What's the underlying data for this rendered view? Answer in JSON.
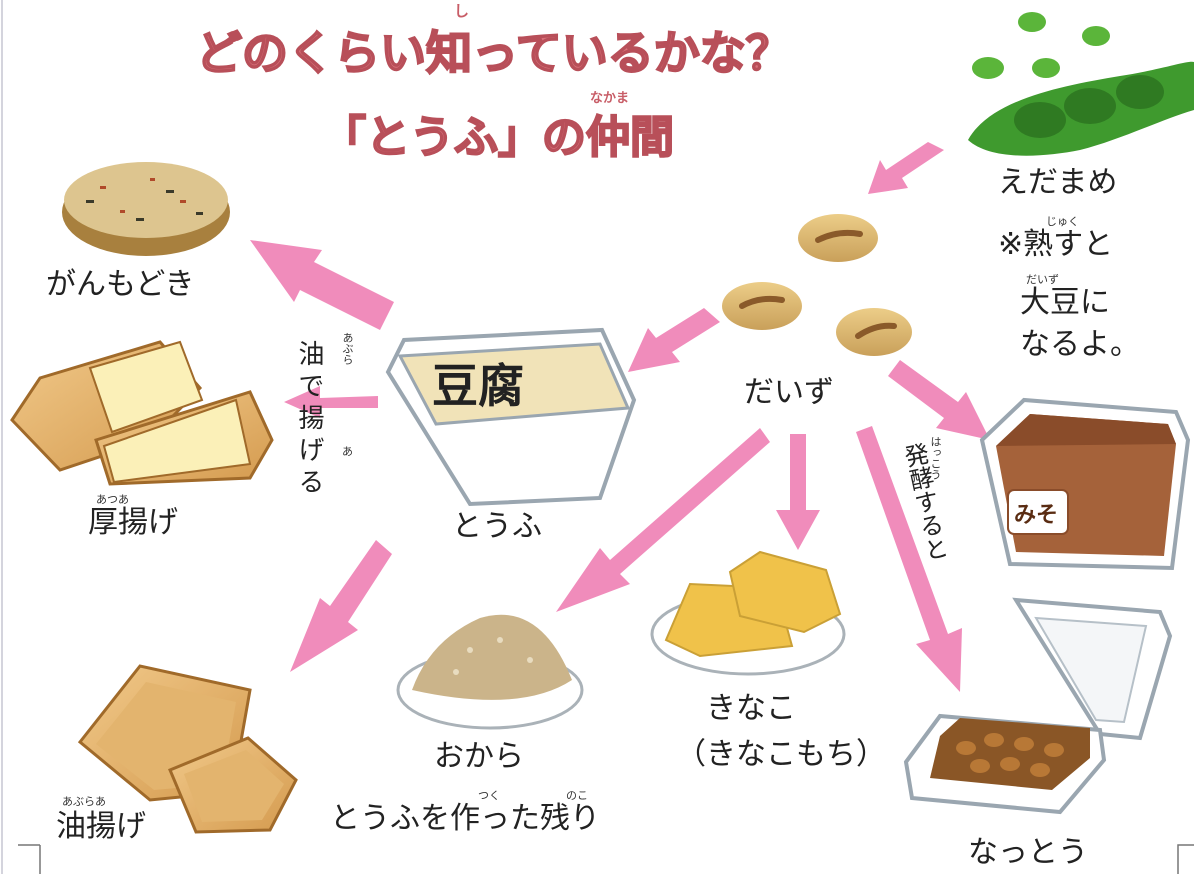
{
  "title": {
    "line1": "どのくらい知っているかな？",
    "line2": "「とうふ」の仲間",
    "ruby_shi": "し",
    "ruby_nakama": "なかま"
  },
  "nodes": {
    "edamame": "えだまめ",
    "note_line1": "※熟すと",
    "note_ruby1": "じゅく",
    "note_line2": "大豆に",
    "note_ruby2": "だいず",
    "note_line3": "なるよ。",
    "daizu": "だいず",
    "tofu": "とうふ",
    "tofu_box_text": "豆腐",
    "ganmodoki": "がんもどき",
    "atsuage": "厚揚げ",
    "atsuage_ruby": "あつあ",
    "aburaage": "油揚げ",
    "aburaage_ruby": "あぶらあ",
    "okara": "おから",
    "okara_note": "とうふを作った残り",
    "okara_ruby1": "つく",
    "okara_ruby2": "のこ",
    "kinako": "きなこ",
    "kinako_note": "（きなこもち）",
    "miso": "みそ",
    "natto": "なっとう"
  },
  "edge_labels": {
    "fry": "油で揚げる",
    "fry_ruby1": "あぶら",
    "fry_ruby2": "あ",
    "ferment": "発酵すると",
    "ferment_ruby": "はっこう"
  },
  "colors": {
    "arrow": "#f08cbb",
    "title": "#d9717a",
    "title_stroke": "#b84f59",
    "soy": "#d8b36a",
    "edamame": "#3f9a2e"
  }
}
